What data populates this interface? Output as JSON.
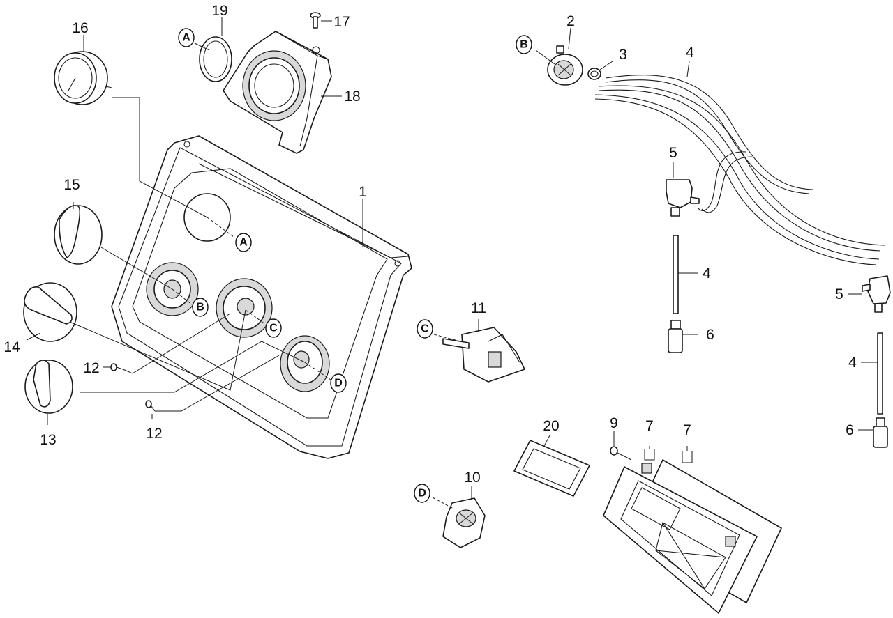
{
  "diagram": {
    "colors": {
      "line": "#1a1a1a",
      "fill": "#ffffff",
      "shade": "#d9d9d9"
    },
    "callouts": {
      "c1": "1",
      "c2": "2",
      "c3": "3",
      "c4a": "4",
      "c4b": "4",
      "c4c": "4",
      "c5a": "5",
      "c5b": "5",
      "c6a": "6",
      "c6b": "6",
      "c7a": "7",
      "c7b": "7",
      "c9": "9",
      "c10": "10",
      "c11": "11",
      "c12a": "12",
      "c12b": "12",
      "c13": "13",
      "c14": "14",
      "c15": "15",
      "c16": "16",
      "c17": "17",
      "c18": "18",
      "c19": "19",
      "c20": "20"
    },
    "references": {
      "a1": "A",
      "a2": "A",
      "b1": "B",
      "b2": "B",
      "c1": "C",
      "c2": "C",
      "d1": "D",
      "d2": "D"
    }
  }
}
